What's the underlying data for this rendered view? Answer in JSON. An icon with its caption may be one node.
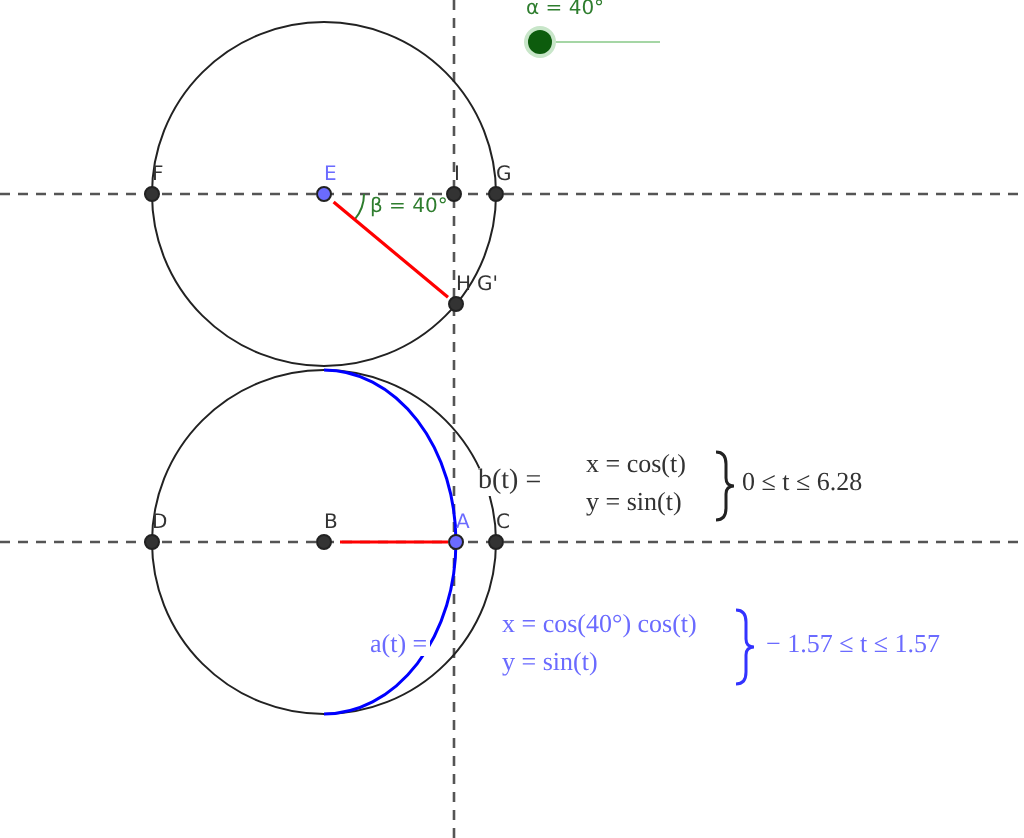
{
  "diagram": {
    "nodes": [
      {
        "text": [
          "F"
        ]
      },
      {
        "text": [
          "E"
        ]
      },
      {
        "text": [
          "I"
        ]
      },
      {
        "text": [
          "G"
        ]
      },
      {
        "text": [
          "H",
          "G'"
        ]
      },
      {
        "text": [
          "D"
        ]
      },
      {
        "text": [
          "B"
        ]
      },
      {
        "text": [
          "A"
        ]
      },
      {
        "text": [
          "C"
        ]
      }
    ],
    "edges": [
      {
        "from": 1,
        "to": 4,
        "arrow": "none",
        "color": "#ff0000"
      },
      {
        "from": 6,
        "to": 7,
        "arrow": "none",
        "color": "#ff0000"
      }
    ],
    "labels": [
      "α = 40°",
      "β = 40°",
      "b(t) =",
      "x = cos(t)",
      "y = sin(t)",
      "0 ≤ t ≤ 6.28",
      "a(t) =",
      "x = cos(40°) cos(t)",
      "y = sin(t)",
      "− 1.57 ≤ t ≤ 1.57"
    ]
  }
}
